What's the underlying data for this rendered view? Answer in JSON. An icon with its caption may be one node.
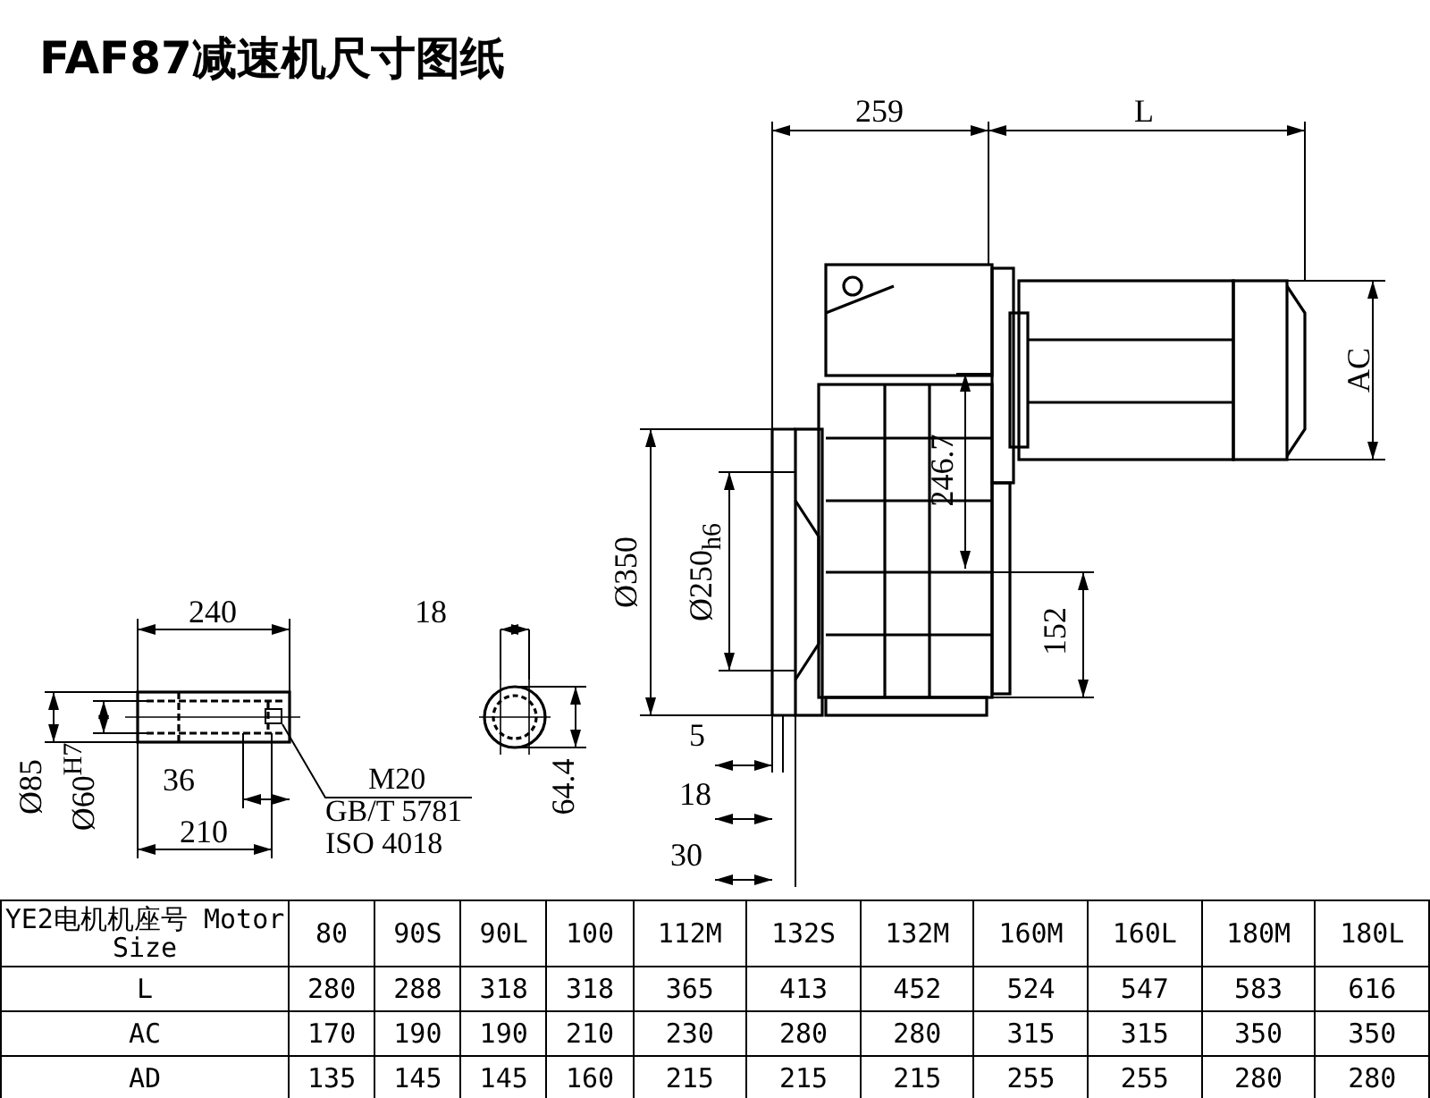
{
  "diagram": {
    "title": "FAF87减速机尺寸图纸",
    "nodes": [
      {
        "text": [
          "M20",
          "GB/T 5781",
          "ISO 4018"
        ]
      },
      {
        "text": [],
        "shape": "box"
      }
    ],
    "edges": [
      {
        "from": 0,
        "to": 1,
        "arrow": "none"
      }
    ],
    "labels": [
      "259",
      "L",
      "AC",
      "246.7",
      "Ø350",
      "Ø250$_{h6}$",
      "152",
      "5",
      "18",
      "30",
      "240",
      "18",
      "Ø85",
      "Ø60$^{H7}$",
      "36",
      "210",
      "64.4",
      "YE2电机机座号 Motor Size",
      "80",
      "90S",
      "90L",
      "100",
      "112M",
      "132S",
      "132M",
      "160M",
      "160L",
      "180M",
      "180L",
      "L",
      "280",
      "288",
      "318",
      "318",
      "365",
      "413",
      "452",
      "524",
      "547",
      "583",
      "616",
      "AC",
      "170",
      "190",
      "190",
      "210",
      "230",
      "280",
      "280",
      "315",
      "315",
      "350",
      "350",
      "AD",
      "135",
      "145",
      "145",
      "160",
      "215",
      "215",
      "215",
      "255",
      "255",
      "280",
      "280"
    ]
  }
}
